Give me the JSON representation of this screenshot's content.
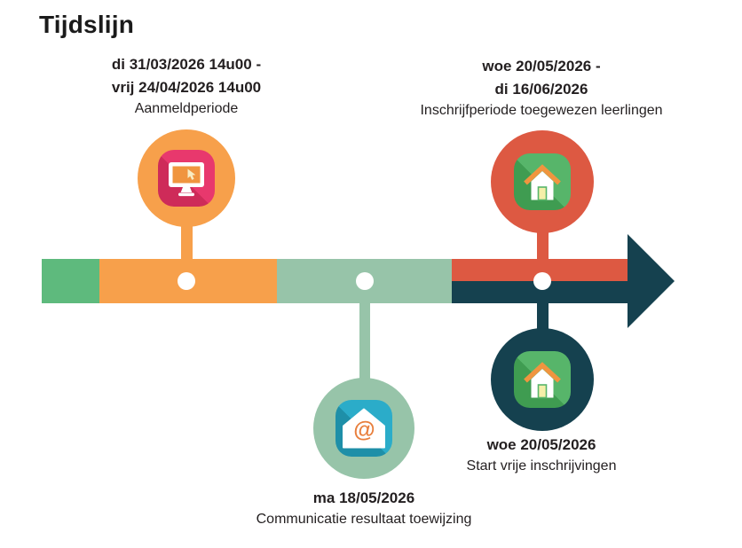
{
  "title": "Tijdslijn",
  "colors": {
    "background": "#ffffff",
    "text": "#231f20",
    "segment_green": "#5eba7d",
    "segment_orange": "#f7a04b",
    "segment_sage": "#97c4a9",
    "segment_red": "#dd5942",
    "segment_teal": "#15414f",
    "dot_white": "#ffffff",
    "icon_pink": "#e8386d",
    "icon_pink_shade": "#ce2b59",
    "icon_cyan": "#2bacc9",
    "icon_cyan_shade": "#1e8fa8",
    "icon_green": "#57b56a",
    "icon_green_shade": "#3f9c51",
    "icon_white": "#ffffff",
    "icon_screen_orange": "#f0953f",
    "icon_cursor_cream": "#f8ecc3",
    "icon_roof_orange": "#f0953f",
    "icon_door_cream": "#f5efa9",
    "icon_at_orange": "#e87f3d"
  },
  "icons": {
    "at_symbol": "@"
  },
  "milestones": [
    {
      "id": "aanmeldperiode",
      "position": "above",
      "date_lines": [
        "di 31/03/2026 14u00 -",
        "vrij 24/04/2026 14u00"
      ],
      "label": "Aanmeldperiode",
      "icon": "monitor-click-icon"
    },
    {
      "id": "communicatie-resultaat",
      "position": "below",
      "date_lines": [
        "ma 18/05/2026"
      ],
      "label": "Communicatie resultaat toewijzing",
      "icon": "mail-at-icon"
    },
    {
      "id": "inschrijfperiode-toegewezen",
      "position": "above",
      "date_lines": [
        "woe 20/05/2026 -",
        "di 16/06/2026"
      ],
      "label": "Inschrijfperiode toegewezen leerlingen",
      "icon": "house-icon"
    },
    {
      "id": "start-vrije-inschrijvingen",
      "position": "below",
      "date_lines": [
        "woe 20/05/2026"
      ],
      "label": "Start vrije inschrijvingen",
      "icon": "house-icon"
    }
  ]
}
